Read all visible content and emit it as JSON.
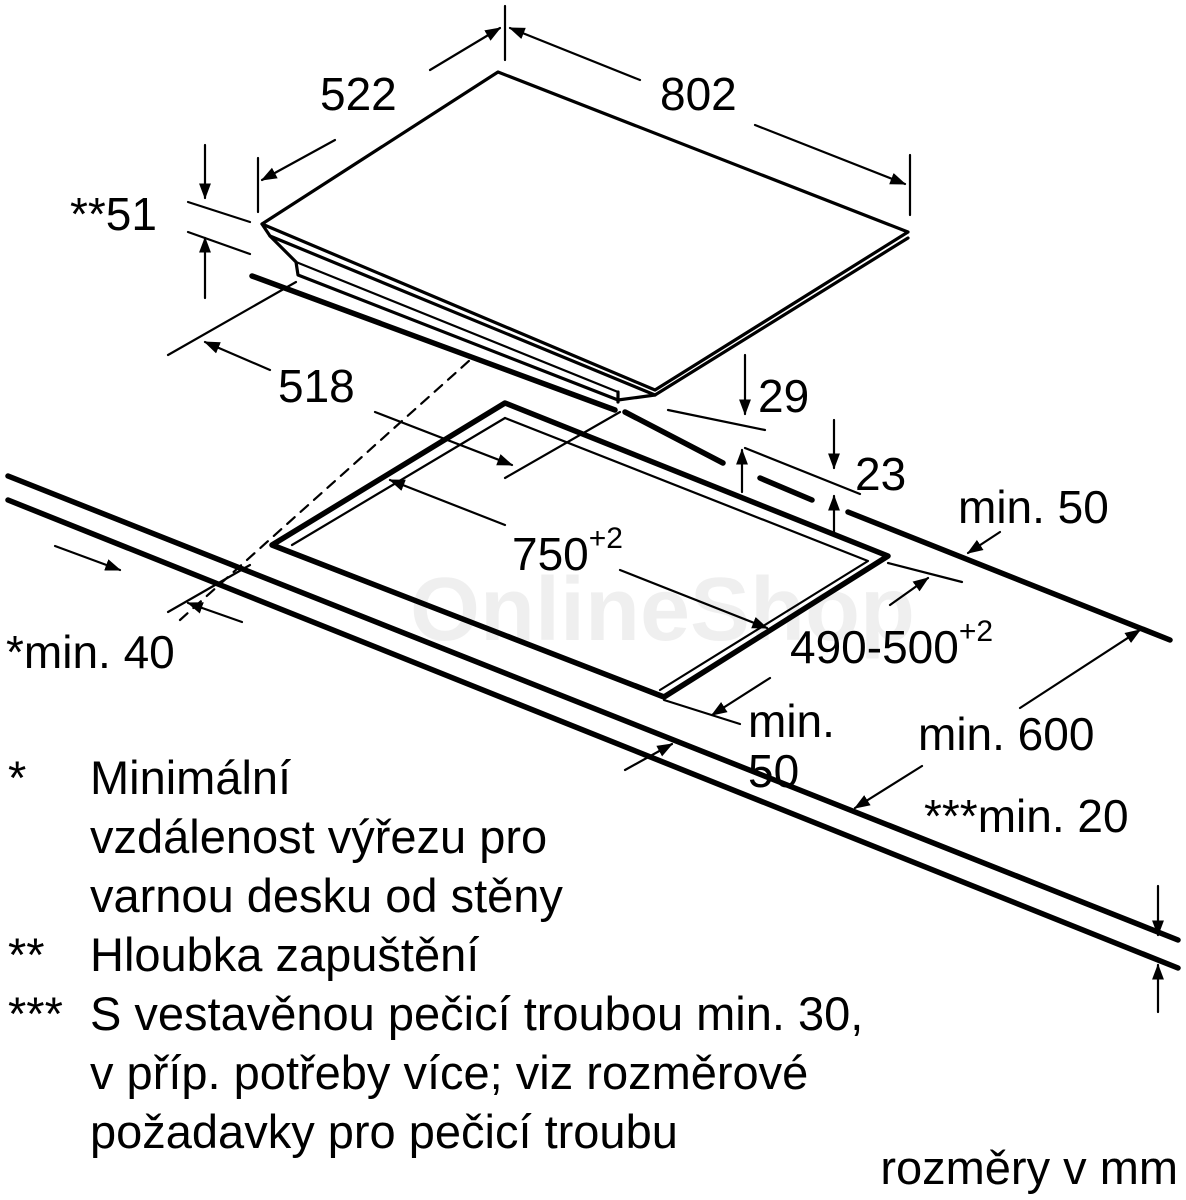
{
  "watermark": "OnlineShop",
  "dimensions": {
    "width_522": "522",
    "length_802": "802",
    "depth_51": "**51",
    "cutout_518": "518",
    "height_29": "29",
    "height_23": "23",
    "min_50_right": "min. 50",
    "cutout_750": "750",
    "cutout_750_tol": "+2",
    "cutout_490_500": "490-500",
    "cutout_490_500_tol": "+2",
    "min_40": "*min. 40",
    "min_50_front_1": "min.",
    "min_50_front_2": "50",
    "min_600": "min. 600",
    "min_20": "***min. 20"
  },
  "notes": [
    {
      "mark": "*",
      "lines": [
        "Minimální",
        "vzdálenost výřezu pro",
        "varnou desku od stěny"
      ]
    },
    {
      "mark": "**",
      "lines": [
        "Hloubka zapuštění"
      ]
    },
    {
      "mark": "***",
      "lines": [
        "S vestavěnou pečicí troubou min. 30,",
        "v příp. potřeby více; viz rozměrové",
        "požadavky pro pečicí troubu"
      ]
    }
  ],
  "units_label": "rozměry v mm"
}
